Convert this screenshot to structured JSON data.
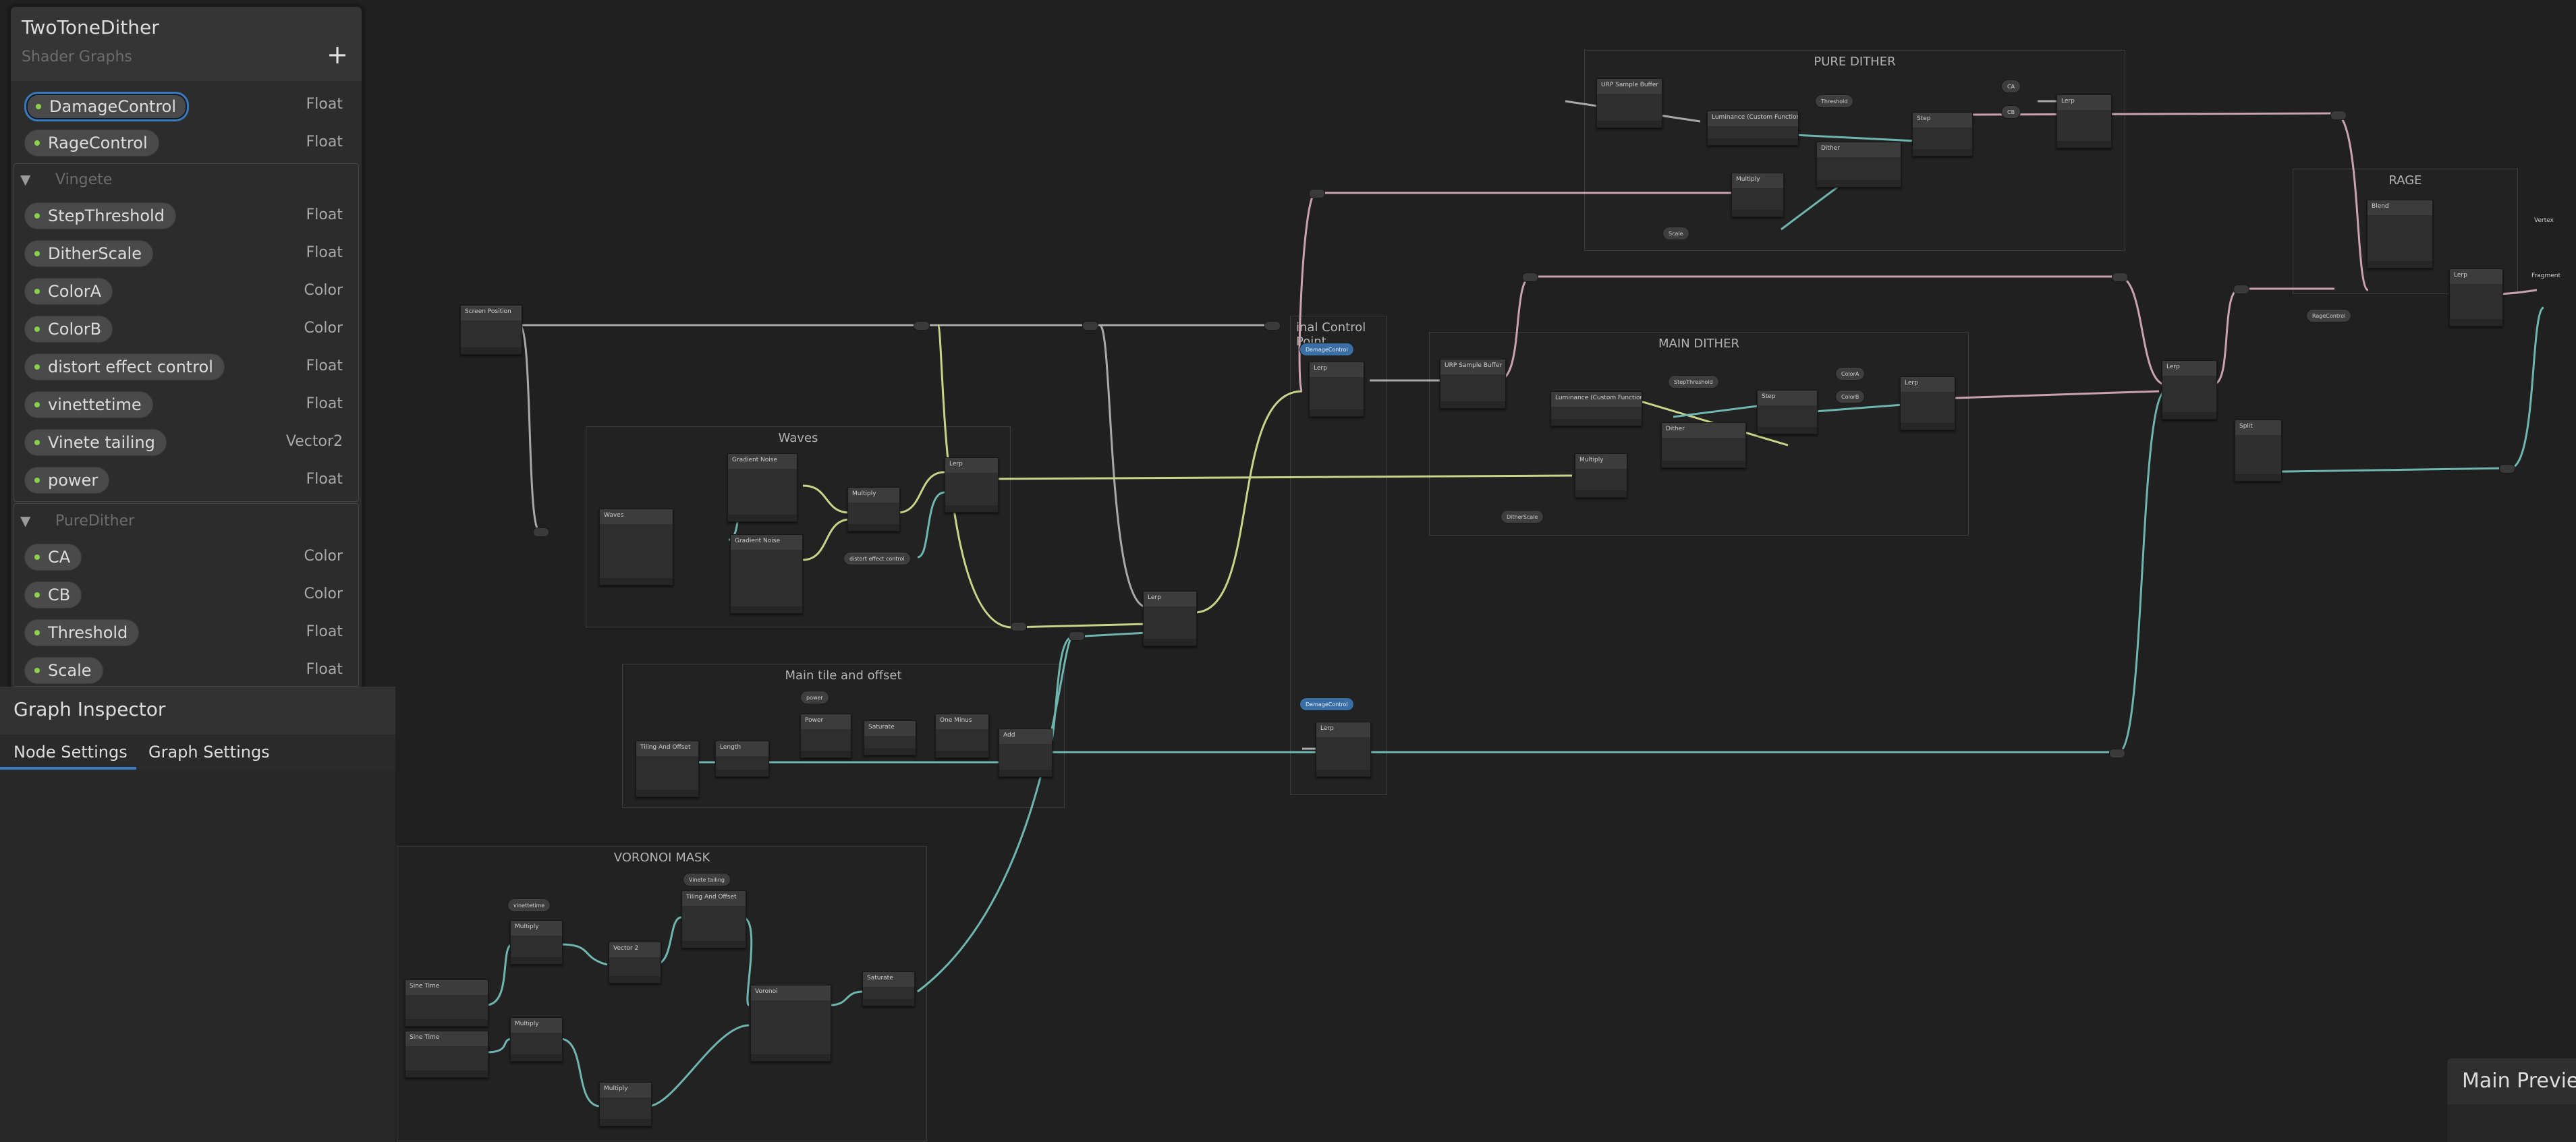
{
  "blackboard": {
    "title": "TwoToneDither",
    "subtitle": "Shader Graphs",
    "add_label": "+",
    "properties": [
      {
        "name": "DamageControl",
        "type": "Float",
        "selected": true
      },
      {
        "name": "RageControl",
        "type": "Float"
      }
    ],
    "categories": [
      {
        "name": "Vingete",
        "properties": [
          {
            "name": "StepThreshold",
            "type": "Float"
          },
          {
            "name": "DitherScale",
            "type": "Float"
          },
          {
            "name": "ColorA",
            "type": "Color"
          },
          {
            "name": "ColorB",
            "type": "Color"
          },
          {
            "name": "distort effect control",
            "type": "Float"
          },
          {
            "name": "vinettetime",
            "type": "Float"
          },
          {
            "name": "Vinete tailing",
            "type": "Vector2"
          },
          {
            "name": "power",
            "type": "Float"
          }
        ]
      },
      {
        "name": "PureDither",
        "properties": [
          {
            "name": "CA",
            "type": "Color"
          },
          {
            "name": "CB",
            "type": "Color"
          },
          {
            "name": "Threshold",
            "type": "Float"
          },
          {
            "name": "Scale",
            "type": "Float"
          }
        ]
      }
    ]
  },
  "inspector": {
    "title": "Graph Inspector",
    "tabs": [
      "Node Settings",
      "Graph Settings"
    ],
    "active_tab": 0
  },
  "groups": {
    "pure_dither": "PURE DITHER",
    "rage": "RAGE",
    "main_dither": "MAIN DITHER",
    "waves": "Waves",
    "final_control": "inal Control Point",
    "main_tile": "Main tile and offset",
    "voronoi": "VORONOI MASK"
  },
  "nodes": {
    "screen_position": "Screen Position",
    "urp_sample_buffer_1": "URP Sample Buffer",
    "urp_sample_buffer_2": "URP Sample Buffer",
    "luminance_1": "Luminance (Custom Function)",
    "luminance_2": "Luminance (Custom Function)",
    "dither_1": "Dither",
    "dither_2": "Dither",
    "step_1": "Step",
    "step_2": "Step",
    "lerp_1": "Lerp",
    "lerp_2": "Lerp",
    "lerp_3": "Lerp",
    "lerp_4": "Lerp",
    "lerp_5": "Lerp",
    "lerp_6": "Lerp",
    "lerp_7": "Lerp",
    "lerp_8": "Lerp",
    "multiply": "Multiply",
    "add": "Add",
    "blend": "Blend",
    "waves": "Waves",
    "gradient_noise_1": "Gradient Noise",
    "gradient_noise_2": "Gradient Noise",
    "tiling_offset_1": "Tiling And Offset",
    "tiling_offset_2": "Tiling And Offset",
    "length": "Length",
    "power": "Power",
    "saturate": "Saturate",
    "one_minus": "One Minus",
    "sine_time_1": "Sine Time",
    "sine_time_2": "Sine Time",
    "voronoi": "Voronoi",
    "vector2": "Vector 2",
    "split": "Split",
    "vertex": "Vertex",
    "fragment": "Fragment"
  },
  "property_refs": {
    "damage_control": "DamageControl",
    "rage_control": "RageControl",
    "threshold": "Threshold",
    "scale": "Scale",
    "step_threshold": "StepThreshold",
    "dither_scale": "DitherScale",
    "color_a": "ColorA",
    "color_b": "ColorB",
    "ca": "CA",
    "cb": "CB",
    "distort": "distort effect control",
    "power": "power",
    "vinettetime": "vinettetime",
    "vinete_tailing": "Vinete tailing"
  },
  "main_preview": {
    "title": "Main Preview"
  },
  "colors": {
    "wire_gray": "#a9a9a9",
    "wire_pink": "#c9a3b2",
    "wire_teal": "#6fb5b0",
    "wire_yellow": "#c7d58a",
    "accent": "#3a79bb"
  }
}
